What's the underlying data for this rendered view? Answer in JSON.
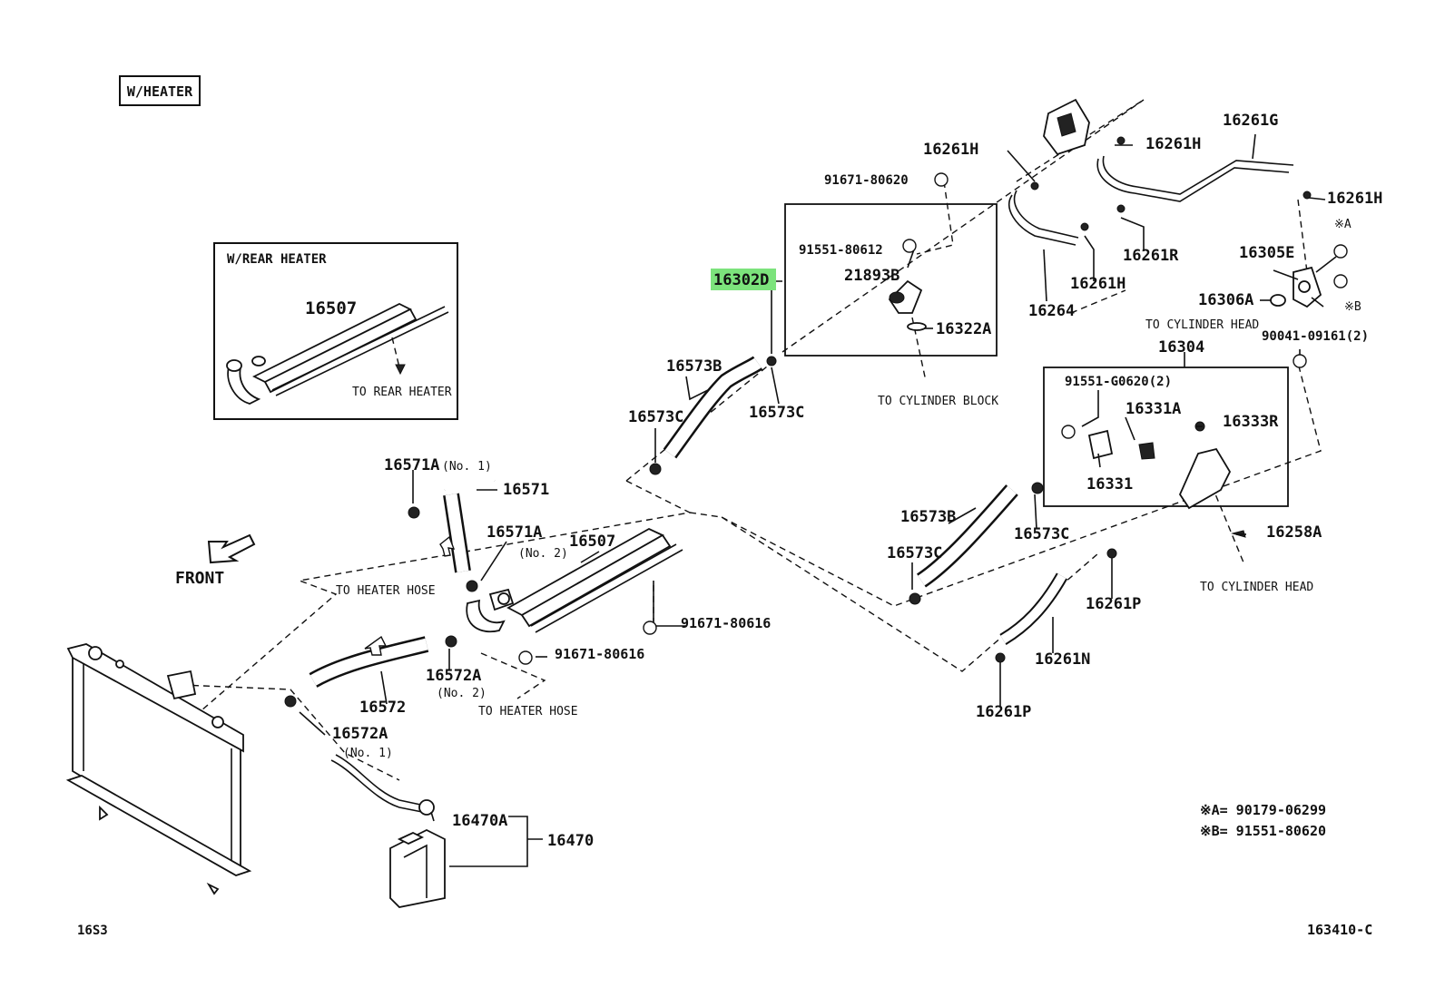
{
  "header": {
    "variant_box": "W/HEATER"
  },
  "inset": {
    "title": "W/REAR HEATER",
    "part": "16507",
    "to_label": "TO REAR HEATER"
  },
  "front_label": "FRONT",
  "notes": {
    "a": "※A= 90179-06299",
    "b": "※B= 91551-80620"
  },
  "footer": {
    "left_code": "16S3",
    "right_code": "163410-C"
  },
  "parts": [
    {
      "id": "p1",
      "text": "16261H"
    },
    {
      "id": "p2",
      "text": "91671-80620"
    },
    {
      "id": "p3",
      "text": "16261H"
    },
    {
      "id": "p4",
      "text": "16261G"
    },
    {
      "id": "p5",
      "text": "16261H"
    },
    {
      "id": "p6",
      "text": "※A"
    },
    {
      "id": "p7",
      "text": "91551-80612"
    },
    {
      "id": "p8",
      "text": "21893B"
    },
    {
      "id": "p9",
      "text": "16302D"
    },
    {
      "id": "p10",
      "text": "16322A"
    },
    {
      "id": "p11",
      "text": "16261R"
    },
    {
      "id": "p12",
      "text": "16305E"
    },
    {
      "id": "p13",
      "text": "16261H"
    },
    {
      "id": "p14",
      "text": "16264"
    },
    {
      "id": "p15",
      "text": "16306A"
    },
    {
      "id": "p16",
      "text": "※B"
    },
    {
      "id": "p17",
      "text": "TO CYLINDER HEAD"
    },
    {
      "id": "p18",
      "text": "90041-09161(2)"
    },
    {
      "id": "p19",
      "text": "16304"
    },
    {
      "id": "p20",
      "text": "16573B"
    },
    {
      "id": "p21",
      "text": "TO CYLINDER BLOCK"
    },
    {
      "id": "p22",
      "text": "16573C"
    },
    {
      "id": "p23",
      "text": "16573C"
    },
    {
      "id": "p24",
      "text": "91551-G0620(2)"
    },
    {
      "id": "p25",
      "text": "16331A"
    },
    {
      "id": "p26",
      "text": "16333R"
    },
    {
      "id": "p27",
      "text": "16331"
    },
    {
      "id": "p28",
      "text": "16571A"
    },
    {
      "id": "p29",
      "text": "(No. 1)"
    },
    {
      "id": "p30",
      "text": "16571"
    },
    {
      "id": "p31",
      "text": "16571A"
    },
    {
      "id": "p32",
      "text": "(No. 2)"
    },
    {
      "id": "p33",
      "text": "16507"
    },
    {
      "id": "p34",
      "text": "16573B"
    },
    {
      "id": "p35",
      "text": "16573C"
    },
    {
      "id": "p36",
      "text": "16258A"
    },
    {
      "id": "p37",
      "text": "16573C"
    },
    {
      "id": "p38",
      "text": "TO HEATER HOSE"
    },
    {
      "id": "p39",
      "text": "TO CYLINDER HEAD"
    },
    {
      "id": "p40",
      "text": "16261P"
    },
    {
      "id": "p41",
      "text": "91671-80616"
    },
    {
      "id": "p42",
      "text": "91671-80616"
    },
    {
      "id": "p43",
      "text": "16572A"
    },
    {
      "id": "p44",
      "text": "(No. 2)"
    },
    {
      "id": "p45",
      "text": "16261N"
    },
    {
      "id": "p46",
      "text": "16572"
    },
    {
      "id": "p47",
      "text": "TO HEATER HOSE"
    },
    {
      "id": "p48",
      "text": "16261P"
    },
    {
      "id": "p49",
      "text": "16572A"
    },
    {
      "id": "p50",
      "text": "(No. 1)"
    },
    {
      "id": "p51",
      "text": "16470A"
    },
    {
      "id": "p52",
      "text": "16470"
    }
  ]
}
